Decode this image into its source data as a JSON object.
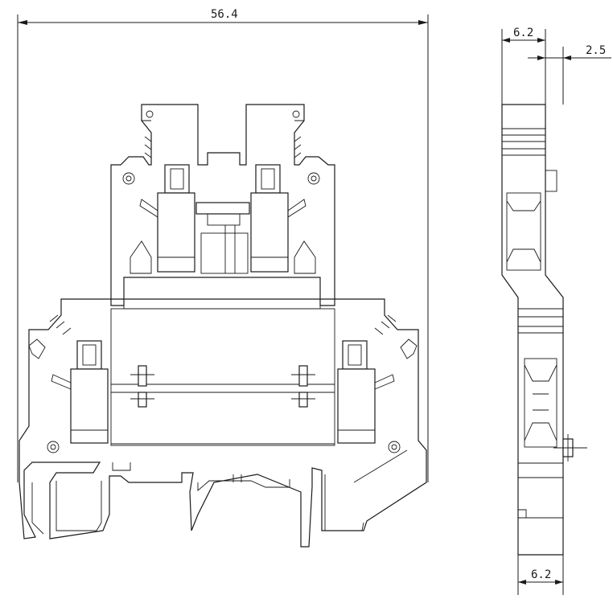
{
  "front_view": {
    "overall_width_label": "56.4"
  },
  "side_view": {
    "top_width_label": "6.2",
    "screw_offset_label": "2.5",
    "bottom_width_label": "6.2"
  }
}
